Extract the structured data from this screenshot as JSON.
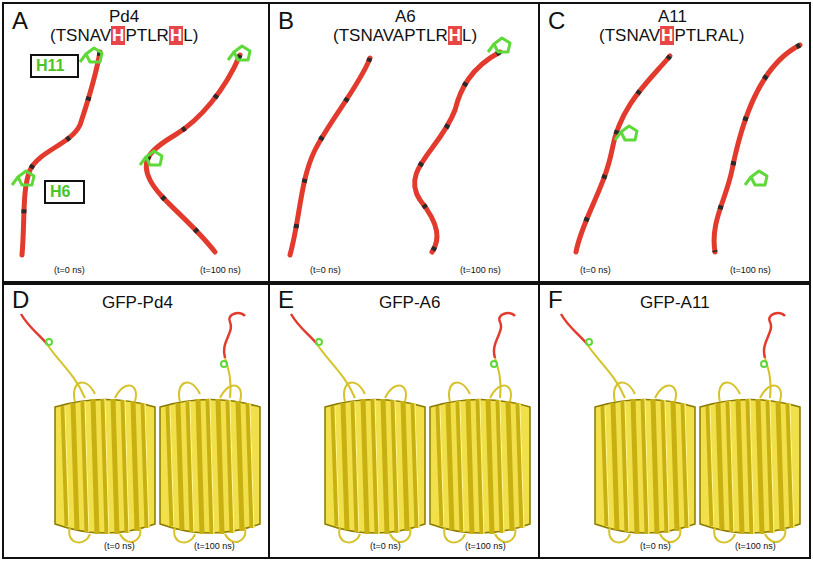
{
  "diagram": {
    "nodes": [
      {
        "text": [
          "A",
          "Pd4",
          "(TSNAVHPTLRHL)",
          "(t=0 ns)",
          "(t=100 ns)"
        ]
      },
      {
        "text": [
          "H11"
        ],
        "in": 0
      },
      {
        "text": [
          "H6"
        ],
        "in": 0
      },
      {
        "text": [
          "B",
          "A6",
          "(TSNAVAPTLRHL)",
          "(t=0 ns)",
          "(t=100 ns)"
        ]
      },
      {
        "text": [
          "C",
          "A11",
          "(TSNAVHPTLRAL)",
          "(t=0 ns)",
          "(t=100 ns)"
        ]
      },
      {
        "text": [
          "D",
          "GFP-Pd4",
          "(t=0 ns)",
          "(t=100 ns)"
        ]
      },
      {
        "text": [
          "E",
          "GFP-A6",
          "(t=0 ns)",
          "(t=100 ns)"
        ]
      },
      {
        "text": [
          "F",
          "GFP-A11",
          "(t=0 ns)",
          "(t=100 ns)"
        ]
      }
    ]
  }
}
